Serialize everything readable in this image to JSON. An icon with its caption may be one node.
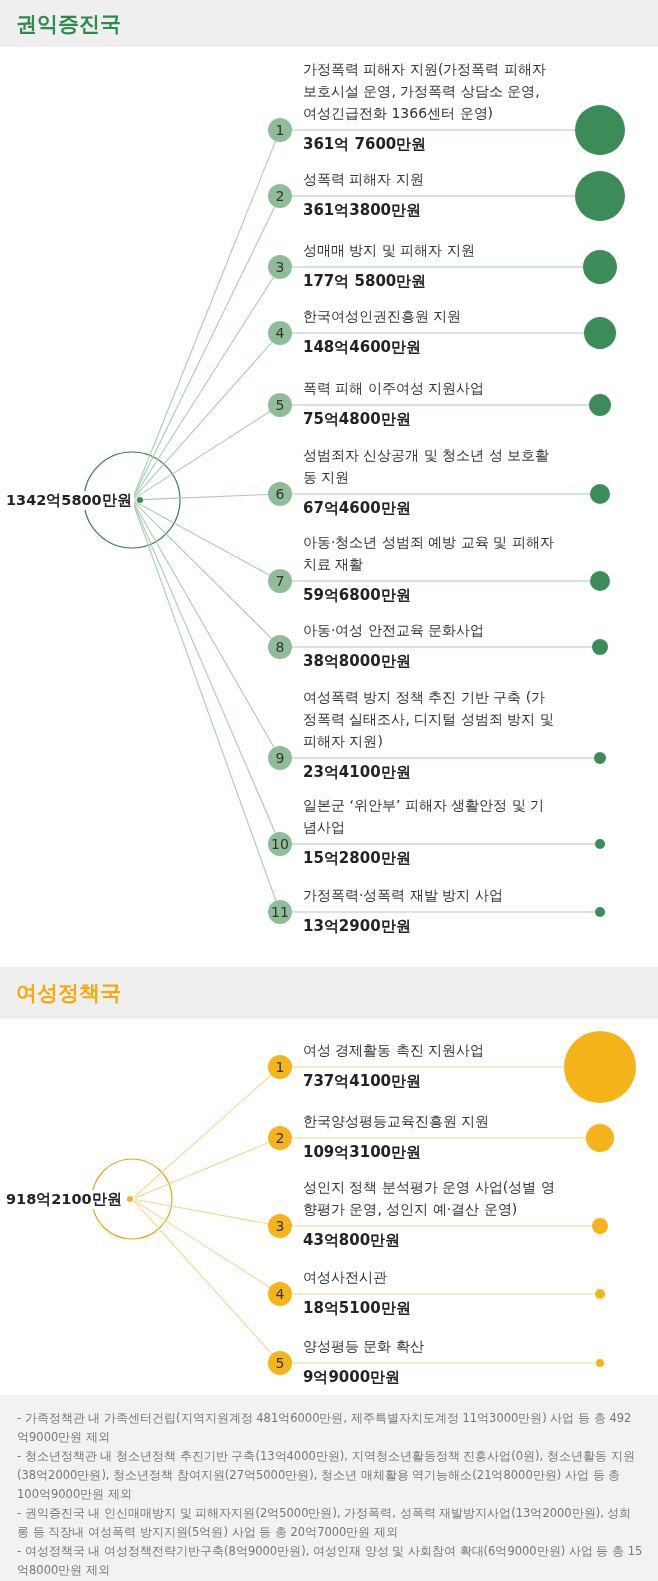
{
  "diagram": {
    "nodes": [
      {
        "text": [
          "권익증진국"
        ]
      },
      {
        "text": [
          "1342억5800만원"
        ]
      },
      {
        "text": [
          "1"
        ],
        "beside": [
          "가정폭력 피해자 지원(가정폭력 피해자 보호시설 운영, 가정폭력 상담소 운영, 여성긴급전화 1366센터 운영)",
          "361억 7600만원"
        ]
      },
      {
        "text": [],
        "shape": "circle"
      },
      {
        "text": [
          "2"
        ],
        "beside": [
          "성폭력 피해자 지원",
          "361억3800만원"
        ]
      },
      {
        "text": [],
        "shape": "circle"
      },
      {
        "text": [
          "3"
        ],
        "beside": [
          "성매매 방지 및 피해자 지원",
          "177억 5800만원"
        ]
      },
      {
        "text": [],
        "shape": "circle"
      },
      {
        "text": [
          "4"
        ],
        "beside": [
          "한국여성인권진흥원 지원",
          "148억4600만원"
        ]
      },
      {
        "text": [],
        "shape": "circle"
      },
      {
        "text": [
          "5"
        ],
        "beside": [
          "폭력 피해 이주여성 지원사업",
          "75억4800만원"
        ]
      },
      {
        "text": [],
        "shape": "circle"
      },
      {
        "text": [
          "6"
        ],
        "beside": [
          "성범죄자 신상공개 및 청소년 성 보호활동 지원",
          "67억4600만원"
        ]
      },
      {
        "text": [],
        "shape": "circle"
      },
      {
        "text": [
          "7"
        ],
        "beside": [
          "아동·청소년 성범죄 예방 교육 및 피해자 치료 재활",
          "59억6800만원"
        ]
      },
      {
        "text": [],
        "shape": "circle"
      },
      {
        "text": [
          "8"
        ],
        "beside": [
          "아동·여성 안전교육 문화사업",
          "38억8000만원"
        ]
      },
      {
        "text": [],
        "shape": "circle"
      },
      {
        "text": [
          "9"
        ],
        "beside": [
          "여성폭력 방지 정책 추진 기반 구축 (가정폭력 실태조사, 디지털 성범죄 방지 및 피해자 지원)",
          "23억4100만원"
        ]
      },
      {
        "text": [],
        "shape": "circle"
      },
      {
        "text": [
          "10"
        ],
        "beside": [
          "일본군 ‘위안부’ 피해자 생활안정 및 기념사업",
          "15억2800만원"
        ]
      },
      {
        "text": [],
        "shape": "circle"
      },
      {
        "text": [
          "11"
        ],
        "beside": [
          "가정폭력·성폭력 재발 방지 사업",
          "13억2900만원"
        ]
      },
      {
        "text": [],
        "shape": "circle"
      },
      {
        "text": [
          "여성정책국"
        ]
      },
      {
        "text": [
          "918억2100만원"
        ]
      },
      {
        "text": [
          "1"
        ],
        "beside": [
          "여성 경제활동 촉진 지원사업",
          "737억4100만원"
        ]
      },
      {
        "text": [],
        "shape": "circle"
      },
      {
        "text": [
          "2"
        ],
        "beside": [
          "한국양성평등교육진흥원 지원",
          "109억3100만원"
        ]
      },
      {
        "text": [],
        "shape": "circle"
      },
      {
        "text": [
          "3"
        ],
        "beside": [
          "성인지 정책 분석평가 운영 사업(성별 영향평가 운영, 성인지 예·결산 운영)",
          "43억800만원"
        ]
      },
      {
        "text": [],
        "shape": "circle"
      },
      {
        "text": [
          "4"
        ],
        "beside": [
          "여성사전시관",
          "18억5100만원"
        ]
      },
      {
        "text": [],
        "shape": "circle"
      },
      {
        "text": [
          "5"
        ],
        "beside": [
          "양성평등 문화 확산",
          "9억9000만원"
        ]
      },
      {
        "text": [],
        "shape": "circle"
      }
    ],
    "edges": [
      {
        "from": 1,
        "to": 2,
        "arrow": "none"
      },
      {
        "from": 2,
        "to": 3,
        "arrow": "none"
      },
      {
        "from": 1,
        "to": 4,
        "arrow": "none"
      },
      {
        "from": 4,
        "to": 5,
        "arrow": "none"
      },
      {
        "from": 1,
        "to": 6,
        "arrow": "none"
      },
      {
        "from": 6,
        "to": 7,
        "arrow": "none"
      },
      {
        "from": 1,
        "to": 8,
        "arrow": "none"
      },
      {
        "from": 8,
        "to": 9,
        "arrow": "none"
      },
      {
        "from": 1,
        "to": 10,
        "arrow": "none"
      },
      {
        "from": 10,
        "to": 11,
        "arrow": "none"
      },
      {
        "from": 1,
        "to": 12,
        "arrow": "none"
      },
      {
        "from": 12,
        "to": 13,
        "arrow": "none"
      },
      {
        "from": 1,
        "to": 14,
        "arrow": "none"
      },
      {
        "from": 14,
        "to": 15,
        "arrow": "none"
      },
      {
        "from": 1,
        "to": 16,
        "arrow": "none"
      },
      {
        "from": 16,
        "to": 17,
        "arrow": "none"
      },
      {
        "from": 1,
        "to": 18,
        "arrow": "none"
      },
      {
        "from": 18,
        "to": 19,
        "arrow": "none"
      },
      {
        "from": 1,
        "to": 20,
        "arrow": "none"
      },
      {
        "from": 20,
        "to": 21,
        "arrow": "none"
      },
      {
        "from": 1,
        "to": 22,
        "arrow": "none"
      },
      {
        "from": 22,
        "to": 23,
        "arrow": "none"
      },
      {
        "from": 25,
        "to": 26,
        "arrow": "none",
        "color": "#f5d68c"
      },
      {
        "from": 26,
        "to": 27,
        "arrow": "none",
        "color": "#f5d68c"
      },
      {
        "from": 25,
        "to": 28,
        "arrow": "none",
        "color": "#f5d68c"
      },
      {
        "from": 28,
        "to": 29,
        "arrow": "none",
        "color": "#f5d68c"
      },
      {
        "from": 25,
        "to": 30,
        "arrow": "none",
        "color": "#f5d68c"
      },
      {
        "from": 30,
        "to": 31,
        "arrow": "none",
        "color": "#f5d68c"
      },
      {
        "from": 25,
        "to": 32,
        "arrow": "none",
        "color": "#f5d68c"
      },
      {
        "from": 32,
        "to": 33,
        "arrow": "none",
        "color": "#f5d68c"
      },
      {
        "from": 25,
        "to": 34,
        "arrow": "none",
        "color": "#f5d68c"
      },
      {
        "from": 34,
        "to": 35,
        "arrow": "none",
        "color": "#f5d68c"
      }
    ],
    "labels": [
      "- 가족정책관 내 가족센터건립(지역지원계정 481억6000만원, 제주특별자치도계정 11억3000만원) 사업 등 총 492억9000만원 제외",
      "- 청소년정책관 내 청소년정책 추진기반 구축(13억4000만원), 지역청소년활동정책 진흥사업(0원), 청소년활동 지원(38억2000만원), 청소년정책 참여지원(27억5000만원), 청소년 매체활용 역기능해소(21억8000만원) 사업 등 총 100억9000만원 제외",
      "- 권익증진국 내 인신매매방지 및 피해자지원(2억5000만원), 가정폭력, 성폭력 재발방지사업(13억2000만원), 성희롱 등 직장내 여성폭력 방지지원(5억원) 사업 등 총 20억7000만원 제외",
      "- 여성정책국 내 여성정책전략기반구축(8억9000만원), 여성인재 양성 및 사회참여 확대(6억9000만원) 사업 등 총 15억8000만원 제외"
    ]
  }
}
